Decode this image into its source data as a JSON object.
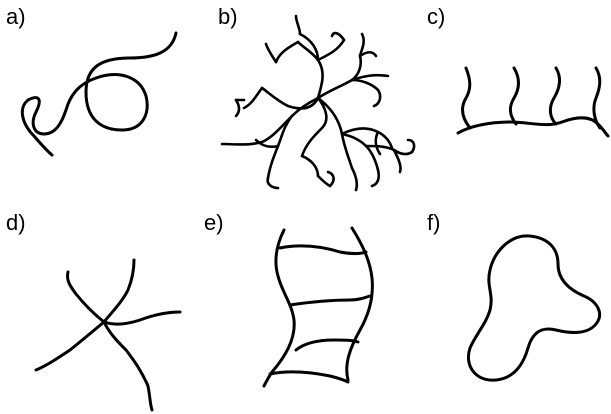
{
  "figure": {
    "stroke_color": "#000000",
    "background_color": "#ffffff",
    "panels": [
      {
        "label": "a)",
        "shape": "linear-chain"
      },
      {
        "label": "b)",
        "shape": "hyperbranched-polymer"
      },
      {
        "label": "c)",
        "shape": "comb-polymer"
      },
      {
        "label": "d)",
        "shape": "star-polymer"
      },
      {
        "label": "e)",
        "shape": "ladder-polymer"
      },
      {
        "label": "f)",
        "shape": "ring-polymer"
      }
    ]
  }
}
